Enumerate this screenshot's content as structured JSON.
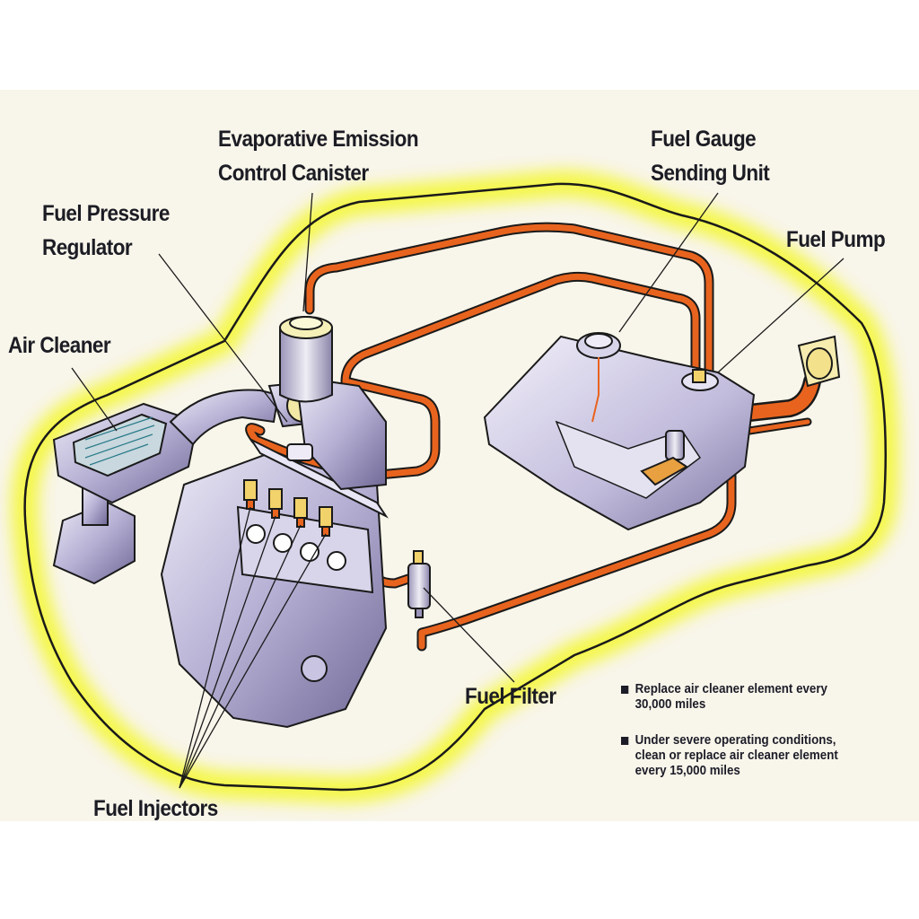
{
  "diagram": {
    "title_hint": "Fuel system and air cleaner components",
    "labels": {
      "evap_canister": [
        "Evaporative Emission",
        "Control Canister"
      ],
      "fuel_gauge": [
        "Fuel Gauge",
        "Sending Unit"
      ],
      "fuel_pressure_regulator": [
        "Fuel Pressure",
        "Regulator"
      ],
      "fuel_pump": "Fuel Pump",
      "air_cleaner": "Air Cleaner",
      "fuel_filter": "Fuel Filter",
      "fuel_injectors": "Fuel Injectors"
    },
    "notes": [
      {
        "icon": "square-bullet-icon",
        "lines": [
          "Replace air cleaner element every",
          "30,000 miles"
        ]
      },
      {
        "icon": "square-bullet-icon",
        "lines": [
          "Under severe operating conditions,",
          "clean or replace air cleaner element",
          "every 15,000 miles"
        ]
      }
    ],
    "colors": {
      "background": "#f8f5ea",
      "glow": "#f2f53a",
      "fuel_line": "#e8641e",
      "component": "#b6b0d4",
      "text": "#1c1c24"
    }
  }
}
